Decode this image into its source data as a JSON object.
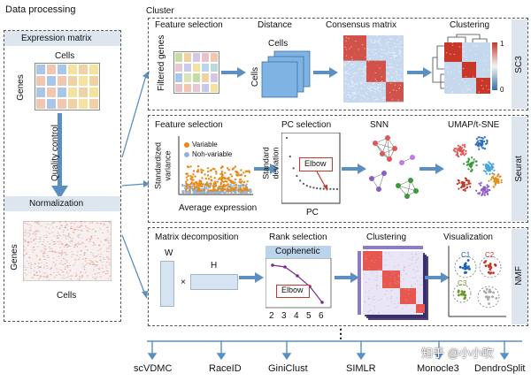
{
  "sections": {
    "data_processing": "Data processing",
    "cluster": "Cluster"
  },
  "left": {
    "expression_matrix": "Expression matrix",
    "cells": "Cells",
    "genes": "Genes",
    "quality_control": "Quality control",
    "normalization": "Normalization",
    "norm_genes": "Genes",
    "norm_cells": "Cells"
  },
  "sc3": {
    "tag": "SC3",
    "feature_selection": "Feature selection",
    "distance": "Distance",
    "consensus_matrix": "Consensus matrix",
    "clustering": "Clustering",
    "filtered_genes": "Filtered genes",
    "cells_stack_top": "Cells",
    "cells_stack_side": "Cells",
    "scale_max": "1",
    "scale_min": "0"
  },
  "seurat": {
    "tag": "Seurat",
    "feature_selection": "Feature selection",
    "pc_selection": "PC selection",
    "snn": "SNN",
    "umap": "UMAP/t-SNE",
    "legend_variable": "Variable",
    "legend_nonvariable": "Noh-variable",
    "y_label_1": "Standardized",
    "y_label_2": "variance",
    "x_label": "Average expression",
    "pc_y_1": "Standard",
    "pc_y_2": "deviation",
    "elbow": "Elbow",
    "pc_x": "PC"
  },
  "nmf": {
    "tag": "NMF",
    "matrix_decomposition": "Matrix decomposition",
    "rank_selection": "Rank selection",
    "clustering": "Clustering",
    "visualization": "Visualization",
    "w": "W",
    "h": "H",
    "times": "×",
    "cophenetic": "Cophenetic",
    "elbow": "Elbow",
    "ticks": [
      "2",
      "3",
      "4",
      "5",
      "6"
    ],
    "c1": "C1",
    "c2": "C2",
    "c3": "C3"
  },
  "ellipsis": "⋮",
  "methods": [
    "scVDMC",
    "RaceID",
    "GiniClust",
    "SIMLR",
    "Monocle3",
    "DendroSplit"
  ],
  "watermark": "知乎 @小小吹",
  "colors": {
    "accent_blue": "#5b8fc1",
    "header_bg": "#dde6ef",
    "orange": "#e88a1a",
    "red": "#c0392b",
    "green": "#3a9a3a"
  }
}
